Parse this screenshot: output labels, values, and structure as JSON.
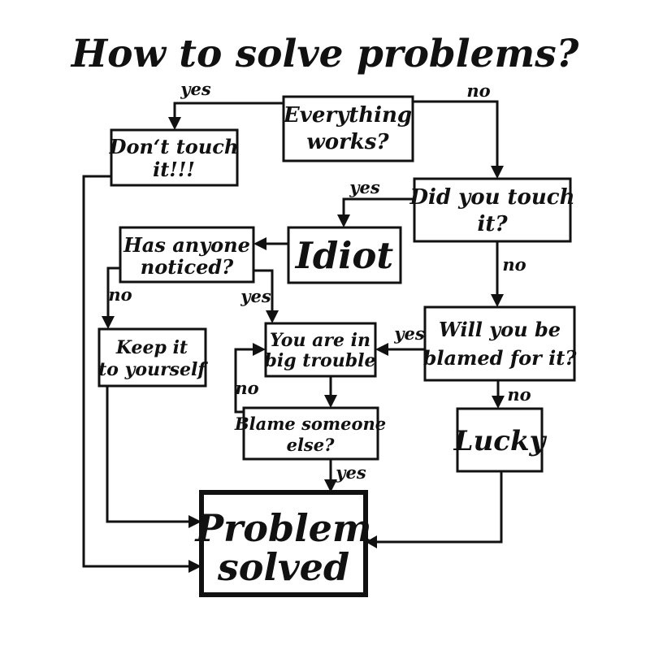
{
  "title": "How to solve problems?",
  "colors": {
    "ink": "#111111",
    "background": "#ffffff"
  },
  "nodes": {
    "everything_works": {
      "lines": [
        "Everything",
        "works?"
      ]
    },
    "dont_touch": {
      "lines": [
        "Don‘t touch",
        "it!!!"
      ]
    },
    "did_you_touch": {
      "lines": [
        "Did you touch",
        "it?"
      ]
    },
    "idiot": {
      "lines": [
        "Idiot"
      ]
    },
    "has_anyone_noticed": {
      "lines": [
        "Has anyone",
        "noticed?"
      ]
    },
    "will_you_be_blamed": {
      "lines": [
        "Will you be",
        "blamed for it?"
      ]
    },
    "you_are_in_big_trouble": {
      "lines": [
        "You are in",
        "big trouble"
      ]
    },
    "keep_it_to_yourself": {
      "lines": [
        "Keep it",
        "to yourself"
      ]
    },
    "blame_someone_else": {
      "lines": [
        "Blame someone",
        "else?"
      ]
    },
    "lucky": {
      "lines": [
        "Lucky"
      ]
    },
    "problem_solved": {
      "lines": [
        "Problem",
        "solved"
      ]
    }
  },
  "edge_labels": {
    "everything_yes": "yes",
    "everything_no": "no",
    "did_touch_yes": "yes",
    "did_touch_no": "no",
    "noticed_no": "no",
    "noticed_yes": "yes",
    "blamed_yes": "yes",
    "blamed_no": "no",
    "blame_else_no": "no",
    "blame_else_yes": "yes"
  }
}
